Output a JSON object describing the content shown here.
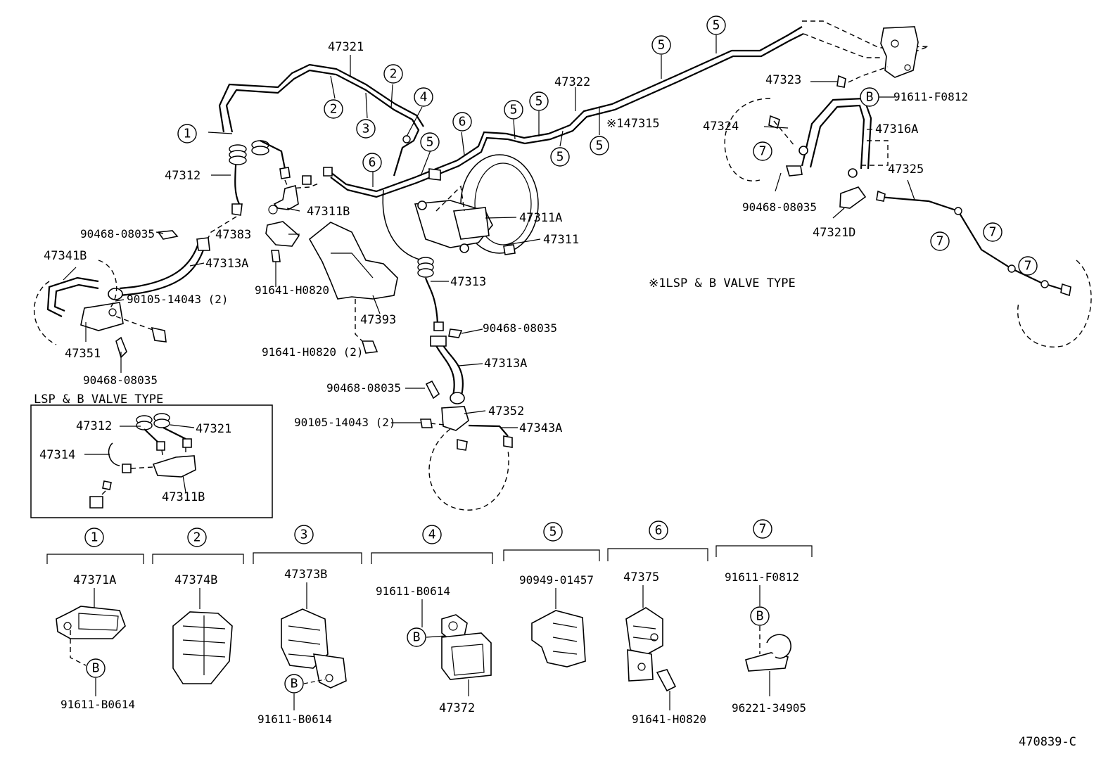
{
  "diagram_code": "470839-C",
  "notes": {
    "asterisk_note": "※1LSP & B VALVE TYPE",
    "inset_title": "LSP & B VALVE TYPE"
  },
  "callouts": {
    "c1": "1",
    "c2": "2",
    "c3": "3",
    "c4": "4",
    "c5": "5",
    "c6": "6",
    "c7": "7",
    "cB": "B"
  },
  "parts": {
    "p47321": "47321",
    "p47322": "47322",
    "p47323": "47323",
    "p47324": "47324",
    "p47316A": "47316A",
    "p47325": "47325",
    "p47321D": "47321D",
    "p47312": "47312",
    "p47311B": "47311B",
    "p47311A": "47311A",
    "p47311": "47311",
    "p47383": "47383",
    "p47341B": "47341B",
    "p47313A_left": "47313A",
    "p47351": "47351",
    "p47393": "47393",
    "p47313": "47313",
    "p47313A_right": "47313A",
    "p47352": "47352",
    "p47343A": "47343A",
    "p147315": "※147315",
    "p91611F0812_top": "91611-F0812",
    "p90468_08035_top": "90468-08035",
    "p90468_08035_left": "90468-08035",
    "p90105_14043_left": "90105-14043 (2)",
    "p90468_08035_bottomleft": "90468-08035",
    "p91641H0820": "91641-H0820",
    "p91641H0820_2": "91641-H0820 (2)",
    "p90468_08035_mid": "90468-08035",
    "p90468_08035_low": "90468-08035",
    "p90105_14043_mid": "90105-14043 (2)"
  },
  "inset": {
    "p47312": "47312",
    "p47321": "47321",
    "p47314": "47314",
    "p47311B": "47311B"
  },
  "clamp_groups": [
    {
      "num": "1",
      "part": "47371A",
      "bolt": "91611-B0614"
    },
    {
      "num": "2",
      "part": "47374B"
    },
    {
      "num": "3",
      "part": "47373B",
      "bolt": "91611-B0614"
    },
    {
      "num": "4",
      "part": "47372",
      "bolt": "91611-B0614"
    },
    {
      "num": "5",
      "part": "90949-01457"
    },
    {
      "num": "6",
      "part": "47375",
      "bolt": "91641-H0820"
    },
    {
      "num": "7",
      "part": "96221-34905",
      "bolt": "91611-F0812"
    }
  ]
}
